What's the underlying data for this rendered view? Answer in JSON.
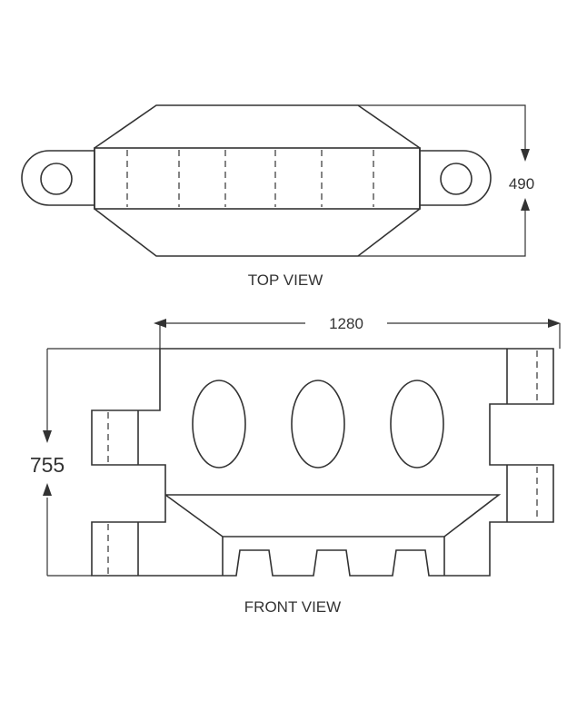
{
  "drawing": {
    "top_view": {
      "caption": "TOP VIEW",
      "dimension_height": "490"
    },
    "front_view": {
      "caption": "FRONT VIEW",
      "dimension_width": "1280",
      "dimension_height": "755"
    }
  },
  "colors": {
    "line": "#333333",
    "background": "#ffffff"
  }
}
